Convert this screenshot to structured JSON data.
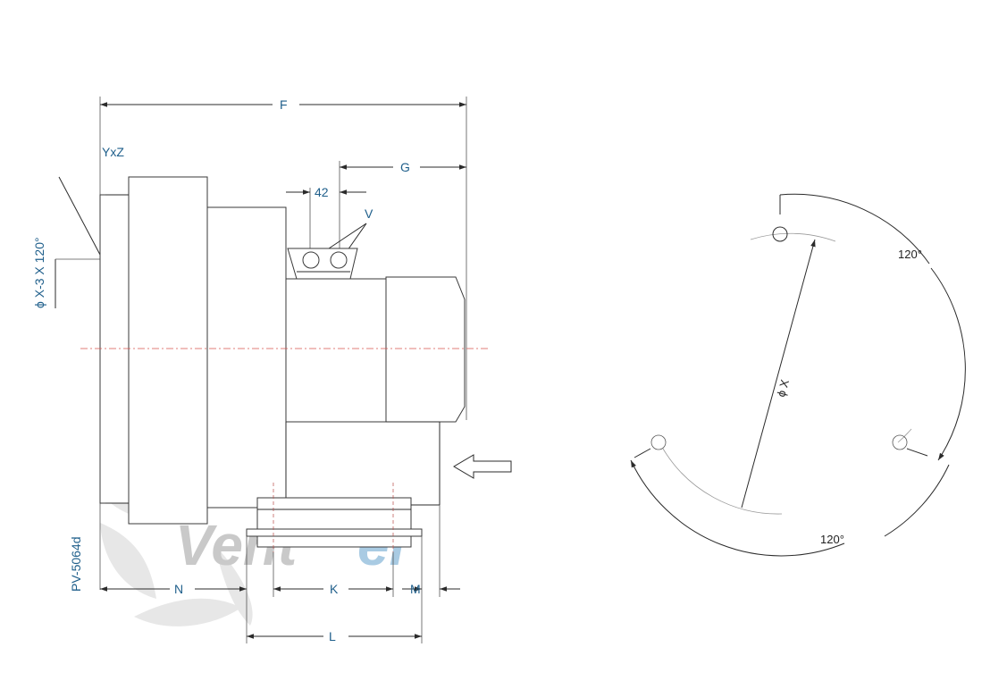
{
  "drawing": {
    "code": "PV-5064d",
    "labels": {
      "F": "F",
      "G": "G",
      "dim_42": "42",
      "V": "V",
      "YxZ": "YxZ",
      "hole_spec": "ϕ X-3 X 120°",
      "N": "N",
      "K": "K",
      "M": "M",
      "L": "L",
      "pcd": "ϕ X",
      "angle_top": "120°",
      "angle_bottom": "120°"
    },
    "watermark": {
      "part1": "Vent",
      "part2": "el"
    }
  }
}
